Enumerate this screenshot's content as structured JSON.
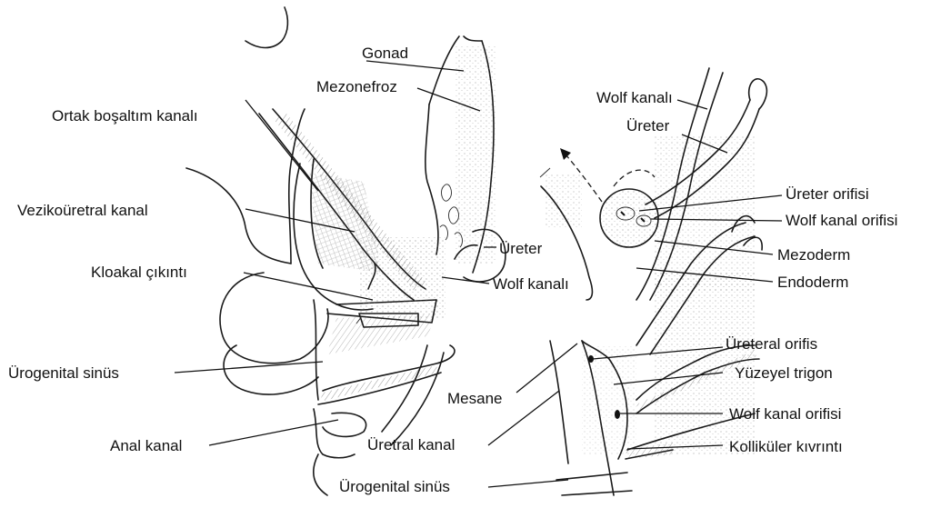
{
  "labels": {
    "gonad": "Gonad",
    "mezonefroz": "Mezonefroz",
    "ortak_bosaltim_kanali": "Ortak boşaltım kanalı",
    "vezikouretral_kanal": "Vezikoüretral kanal",
    "kloakal_cikinti": "Kloakal çıkıntı",
    "urogenital_sinus_left": "Ürogenital sinüs",
    "anal_kanal": "Anal kanal",
    "ureter_left": "Üreter",
    "wolf_kanali_left": "Wolf kanalı",
    "wolf_kanali_right": "Wolf kanalı",
    "ureter_right": "Üreter",
    "ureter_orifisi": "Üreter orifisi",
    "wolf_kanal_orifisi_top": "Wolf kanal orifisi",
    "mezoderm": "Mezoderm",
    "endoderm": "Endoderm",
    "ureteral_orifis": "Üreteral orifis",
    "yuzeyel_trigon": "Yüzeyel trigon",
    "wolf_kanal_orifisi_bottom": "Wolf kanal orifisi",
    "kollikuler_kivrinti": "Kolliküler kıvrıntı",
    "mesane": "Mesane",
    "uretral_kanal": "Üretral kanal",
    "urogenital_sinus_bottom": "Ürogenital sinüs"
  },
  "colors": {
    "ink": "#1a1a1a",
    "background": "#ffffff"
  }
}
